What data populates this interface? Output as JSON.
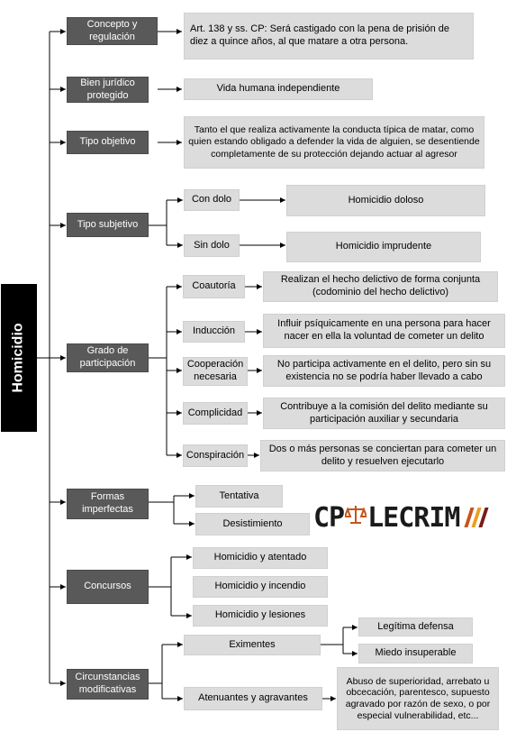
{
  "root": "Homicidio",
  "concepto": {
    "label": "Concepto y regulación",
    "text": "Art. 138 y ss. CP: Será castigado con la pena de prisión de diez a quince años, al que matare a otra persona."
  },
  "bien": {
    "label": "Bien jurídico protegido",
    "text": "Vida humana independiente"
  },
  "tipo_objetivo": {
    "label": "Tipo objetivo",
    "text": "Tanto el que realiza activamente la conducta típica de matar, como quien estando obligado a defender la vida de alguien, se desentiende completamente de su protección dejando actuar al agresor"
  },
  "tipo_subjetivo": {
    "label": "Tipo subjetivo",
    "con_dolo": "Con dolo",
    "con_dolo_res": "Homicidio doloso",
    "sin_dolo": "Sin dolo",
    "sin_dolo_res": "Homicidio imprudente"
  },
  "grado": {
    "label": "Grado de participación",
    "items": [
      {
        "name": "Coautoría",
        "desc": "Realizan el hecho delictivo de forma conjunta (codominio del hecho delictivo)"
      },
      {
        "name": "Inducción",
        "desc": "Influir psíquicamente en una persona para hacer nacer en ella la voluntad de cometer un delito"
      },
      {
        "name": "Cooperación necesaria",
        "desc": "No participa activamente en el delito, pero sin su existencia no se podría haber llevado a cabo"
      },
      {
        "name": "Complicidad",
        "desc": "Contribuye a la comisión del delito mediante su participación auxiliar y secundaria"
      },
      {
        "name": "Conspiración",
        "desc": "Dos o más personas se conciertan para cometer un delito y resuelven ejecutarlo"
      }
    ]
  },
  "formas": {
    "label": "Formas imperfectas",
    "items": [
      "Tentativa",
      "Desistimiento"
    ]
  },
  "concursos": {
    "label": "Concursos",
    "items": [
      "Homicidio y atentado",
      "Homicidio y incendio",
      "Homicidio y lesiones"
    ]
  },
  "circunstancias": {
    "label": "Circunstancias modificativas",
    "eximentes": "Eximentes",
    "eximentes_items": [
      "Legítima defensa",
      "Miedo insuperable"
    ],
    "atenuantes": "Atenuantes y agravantes",
    "atenuantes_text": "Abuso de superioridad, arrebato u obcecación, parentesco, supuesto agravado por razón de sexo, o por especial vulnerabilidad, etc..."
  },
  "logo": {
    "left": "CP",
    "right": "LECRIM",
    "scale_icon": "scale-icon",
    "stripe_colors": [
      "#c8541a",
      "#e8a020",
      "#7a1a1a"
    ]
  }
}
